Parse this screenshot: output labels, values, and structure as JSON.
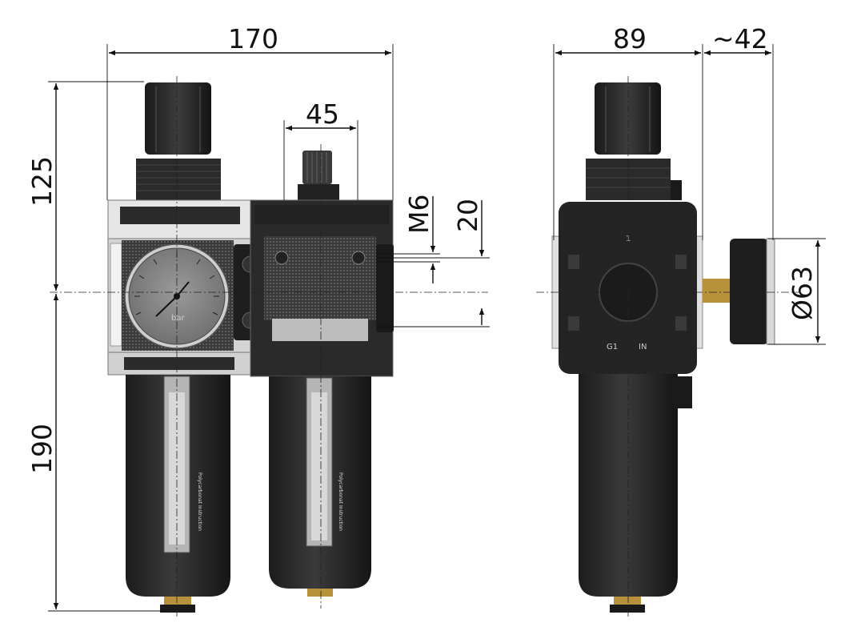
{
  "dimensions": {
    "overall_width": "170",
    "upper_height": "125",
    "lower_height": "190",
    "lubricator_knob_spacing": "45",
    "mount_thread": "M6",
    "mount_spacing": "20",
    "side_depth": "89",
    "gauge_projection": "~42",
    "gauge_diameter": "Ø63"
  },
  "labels": {
    "gauge_unit": "bar",
    "port_number": "1",
    "port_thread": "G1",
    "port_direction": "IN",
    "bowl_text": "Polycarbonat  Instruction"
  },
  "colors": {
    "body": "#2b2b2b",
    "body_dark": "#1a1a1a",
    "bowl": "#262626",
    "metal": "#c8c8c8",
    "gauge_face": "#8a8a8a",
    "brass": "#b8923a",
    "line": "#111111"
  }
}
